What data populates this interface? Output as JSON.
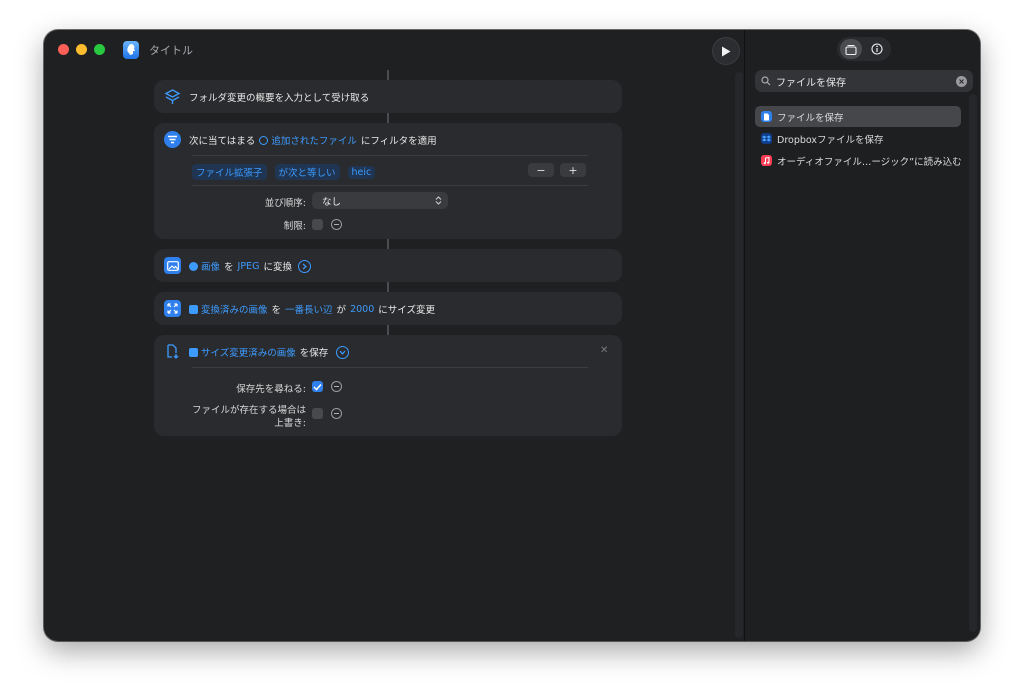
{
  "window": {
    "title": "タイトル"
  },
  "search": {
    "value": "ファイルを保存"
  },
  "results": [
    {
      "label": "ファイルを保存"
    },
    {
      "label": "Dropboxファイルを保存"
    },
    {
      "label": "オーディオファイル…ージック”に読み込む"
    }
  ],
  "actions": {
    "a1": {
      "text": "フォルダ変更の概要を入力として受け取る"
    },
    "a2": {
      "prefix": "次に当てはまる",
      "var": "追加されたファイル",
      "suffix": "にフィルタを適用",
      "filter": {
        "field": "ファイル拡張子",
        "op": "が次と等しい",
        "value": "heic"
      },
      "minus": "−",
      "plus": "+",
      "sort_label": "並び順序:",
      "sort_value": "なし",
      "limit_label": "制限:"
    },
    "a3": {
      "var": "画像",
      "t1": "を",
      "format": "JPEG",
      "t2": "に変換"
    },
    "a4": {
      "var": "変換済みの画像",
      "t1": "を",
      "edge": "一番長い辺",
      "t2": "が",
      "size": "2000",
      "t3": "にサイズ変更"
    },
    "a5": {
      "var": "サイズ変更済みの画像",
      "t1": "を保存",
      "ask_label": "保存先を尋ねる:",
      "overwrite_label1": "ファイルが存在する場合は",
      "overwrite_label2": "上書き:"
    }
  },
  "colors": {
    "accent": "#2f80ed",
    "token": "#3d9bff",
    "bg": "#1f2022",
    "card": "#2a2b2e"
  }
}
